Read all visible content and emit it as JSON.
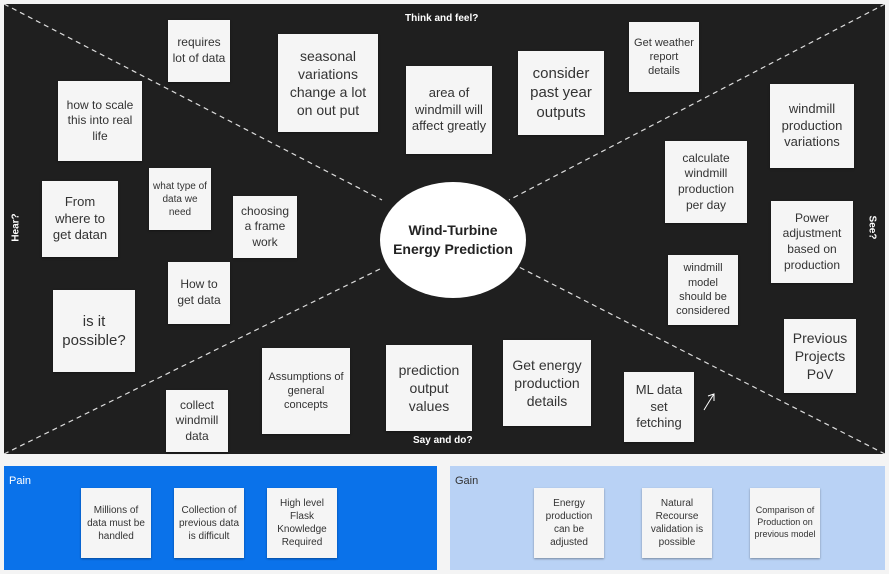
{
  "center_title": "Wind-Turbine Energy Prediction",
  "quadrants": {
    "top": "Think and feel?",
    "bottom": "Say and do?",
    "left": "Hear?",
    "right": "See?"
  },
  "notes": [
    "requires lot of data",
    "seasonal variations change a lot on out put",
    "area of windmill will affect greatly",
    "consider past year outputs",
    "Get weather report details",
    "how to scale this into real life",
    "windmill production variations",
    "calculate windmill production per day",
    "what type of data we need",
    "From where to get datan",
    "choosing a frame work",
    "Power adjustment based on production",
    "How to get data",
    "windmill model should be considered",
    "is it possible?",
    "Previous Projects PoV",
    "Assumptions of general concepts",
    "prediction output values",
    "Get energy production details",
    "ML data set fetching",
    "collect windmill data"
  ],
  "pain": {
    "title": "Pain",
    "notes": [
      "Millions of data must be handled",
      "Collection of previous data is difficult",
      "High level Flask Knowledge Required"
    ]
  },
  "gain": {
    "title": "Gain",
    "notes": [
      "Energy production can be adjusted",
      "Natural Recourse validation is possible",
      "Comparison of Production on previous model"
    ]
  }
}
